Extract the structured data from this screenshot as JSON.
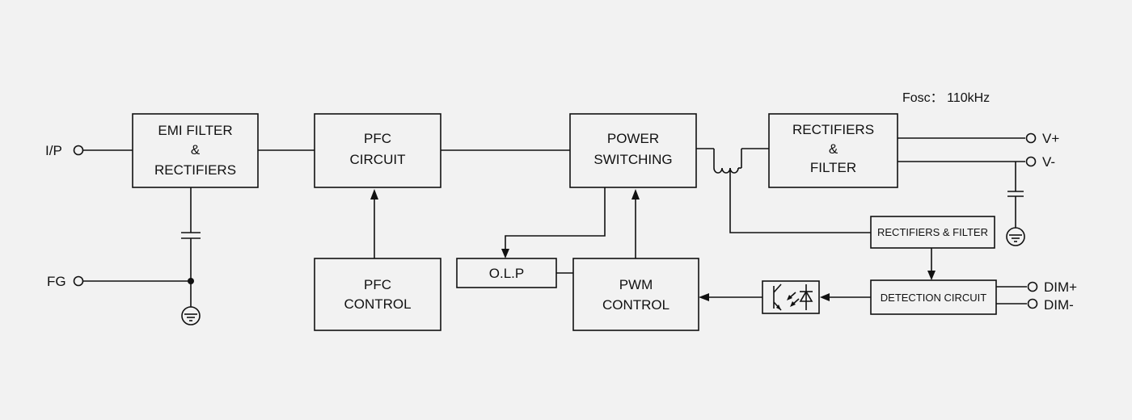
{
  "frequency_note": "Fosc： 110kHz",
  "terminals": {
    "ip": "I/P",
    "fg": "FG",
    "v_plus": "V+",
    "v_minus": "V-",
    "dim_plus": "DIM+",
    "dim_minus": "DIM-"
  },
  "blocks": {
    "emi_filter": [
      "EMI FILTER",
      "&",
      "RECTIFIERS"
    ],
    "pfc_circuit": [
      "PFC",
      "CIRCUIT"
    ],
    "pfc_control": [
      "PFC",
      "CONTROL"
    ],
    "power_switching": [
      "POWER",
      "SWITCHING"
    ],
    "olp": [
      "O.L.P"
    ],
    "pwm_control": [
      "PWM",
      "CONTROL"
    ],
    "output_rectifiers": [
      "RECTIFIERS",
      "&",
      "FILTER"
    ],
    "aux_rectifiers": [
      "RECTIFIERS & FILTER"
    ],
    "detection_circuit": [
      "DETECTION CIRCUIT"
    ]
  }
}
